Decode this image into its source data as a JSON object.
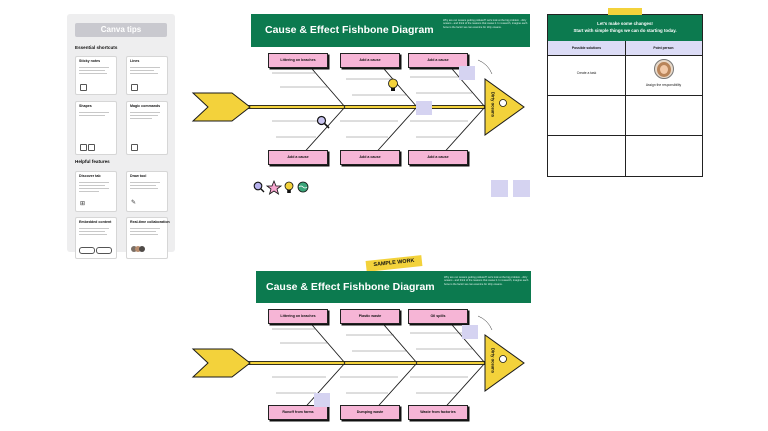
{
  "tips": {
    "title": "Canva tips",
    "essential_heading": "Essential shortcuts",
    "helpful_heading": "Helpful features",
    "cards": [
      {
        "title": "Sticky notes"
      },
      {
        "title": "Lines"
      },
      {
        "title": "Shapes"
      },
      {
        "title": "Magic commands"
      },
      {
        "title": "Discover tab"
      },
      {
        "title": "Draw tool"
      },
      {
        "title": "Embedded content"
      },
      {
        "title": "Real-time collaboration"
      }
    ]
  },
  "diagram1": {
    "title": "Cause & Effect Fishbone Diagram",
    "description": "Why are our oceans getting polluted? Let's look at the big problem - dirty oceans - and think of the reasons that cause it. In research, imagine each bone is the factor we can examine for dirty oceans.",
    "head_label": "Dirty oceans",
    "top_labels": [
      "Littering on beaches",
      "Add a cause",
      "Add a cause"
    ],
    "bottom_labels": [
      "Add a cause",
      "Add a cause",
      "Add a cause"
    ]
  },
  "diagram2": {
    "sample_badge": "SAMPLE WORK",
    "title": "Cause & Effect Fishbone Diagram",
    "description": "Why are our oceans getting polluted? Let's look at the big problem - dirty oceans - and think of the reasons that cause it. In research, imagine each bone is the factor we can examine for dirty oceans.",
    "head_label": "Dirty oceans",
    "top_labels": [
      "Littering on beaches",
      "Plastic waste",
      "Oil spills"
    ],
    "bottom_labels": [
      "Runoff from farms",
      "Dumping waste",
      "Waste from factories"
    ]
  },
  "changes": {
    "heading_line1": "Let's make some changes!",
    "heading_line2": "Start with simple things we can do starting today.",
    "col1": "Possible solutions",
    "col2": "Point person",
    "row1_solution": "Create a task",
    "row1_person": "Assign the responsibility"
  },
  "colors": {
    "banner": "#0c7a4f",
    "bone": "#f3d23b",
    "cause_label": "#f6b5d6",
    "sticky": "#d5d3f1"
  }
}
